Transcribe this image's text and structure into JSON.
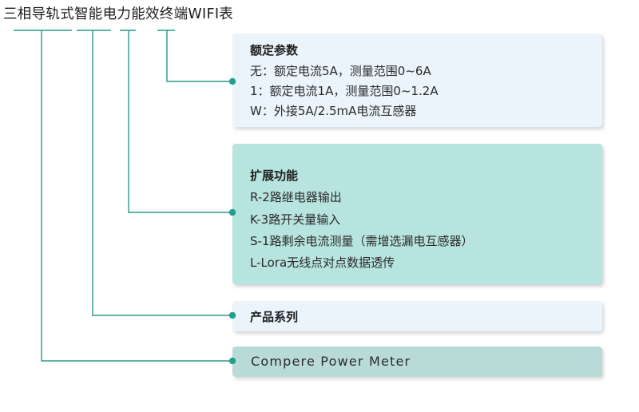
{
  "title": "三相导轨式智能电力能效终端WIFI表",
  "rated_params": {
    "heading": "额定参数",
    "lines": [
      "无：额定电流5A，测量范围0~6A",
      "1：额定电流1A，测量范围0~1.2A",
      "W：外接5A/2.5mA电流互感器"
    ]
  },
  "ext_functions": {
    "heading": "扩展功能",
    "lines": [
      "R-2路继电器输出",
      "K-3路开关量输入",
      "S-1路剩余电流测量（需增选漏电互感器）",
      "L-Lora无线点对点数据透传"
    ]
  },
  "product_series": {
    "heading": "产品系列"
  },
  "brand": {
    "text": "Compere Power Meter"
  },
  "colors": {
    "connector": "#2a9a8a",
    "dot": "#23a08e",
    "box_light": "#eaf4fa",
    "box_teal": "#b7e4de",
    "box_teal_dark": "#b9dbd8"
  }
}
